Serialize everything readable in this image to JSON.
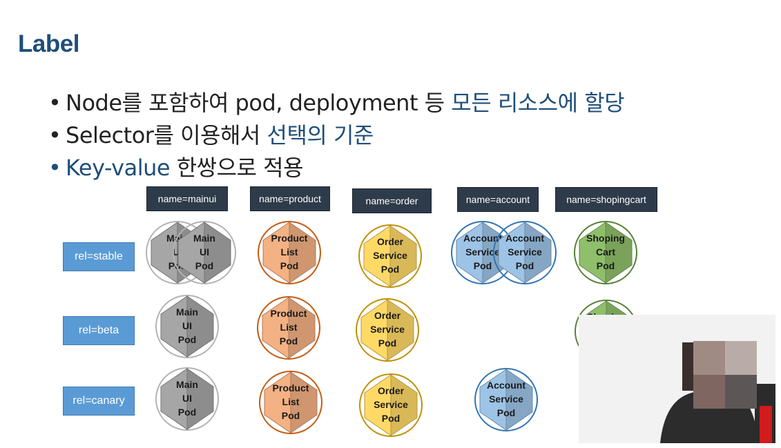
{
  "title": "Label",
  "bullets": [
    {
      "plain": "Node를 포함하여 pod, deployment 등 ",
      "highlight": "모든 리소스에 할당",
      "suffix": ""
    },
    {
      "plain": "Selector를 이용해서 ",
      "highlight": "선택의 기준",
      "suffix": ""
    },
    {
      "plain": "",
      "highlight": "Key-value",
      "suffix": " 한쌍으로 적용"
    }
  ],
  "name_labels": [
    "name=mainui",
    "name=product",
    "name=order",
    "name=account",
    "name=shopingcart"
  ],
  "rel_labels": [
    "rel=stable",
    "rel=beta",
    "rel=canary"
  ],
  "pod_labels": {
    "main": [
      "Main",
      "UI",
      "Pod"
    ],
    "product": [
      "Product",
      "List",
      "Pod"
    ],
    "order": [
      "Order",
      "Service",
      "Pod"
    ],
    "account": [
      "Account",
      "Service",
      "Pod"
    ],
    "cart": [
      "Shoping",
      "Cart",
      "Pod"
    ]
  },
  "colors": {
    "title": "#1f4e79",
    "highlight": "#1f4e79",
    "header_bg": "#2e3b4a",
    "rel_bg": "#5b9bd5",
    "main": "#a6a6a6",
    "product": "#f4b183",
    "order": "#ffd966",
    "account": "#9dc3e6",
    "cart": "#8fbf6a"
  }
}
